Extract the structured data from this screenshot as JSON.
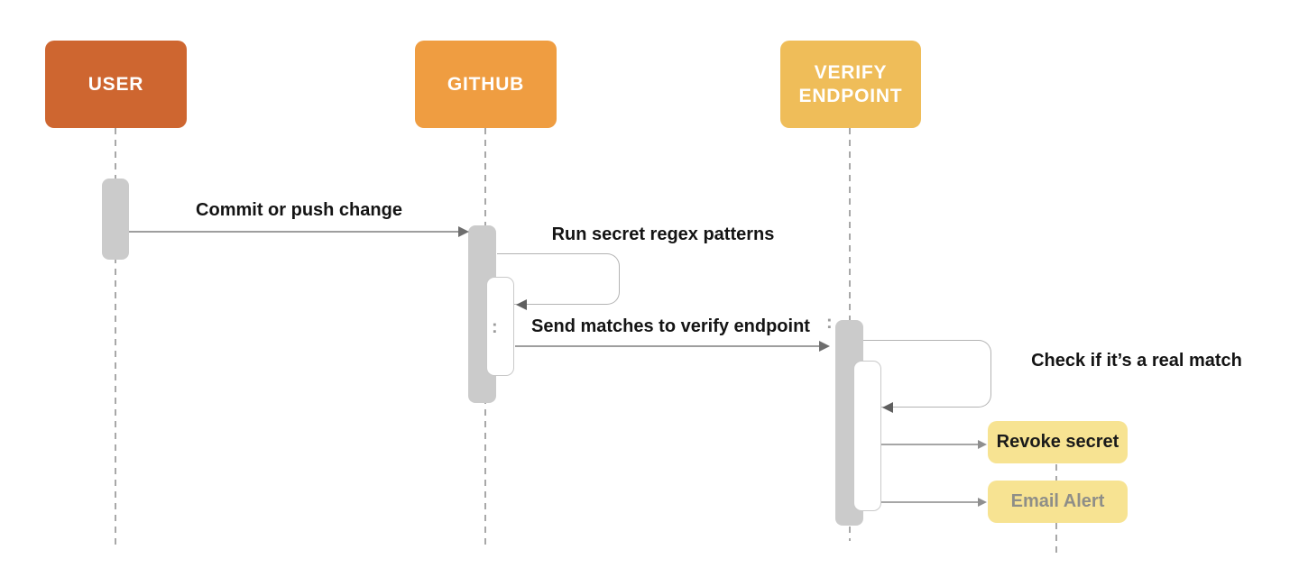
{
  "diagram": {
    "type": "sequence-diagram",
    "actors": [
      {
        "name": "USER",
        "fill": "#CE6630",
        "text_color": "#FFFFFF"
      },
      {
        "name": "GITHUB",
        "fill": "#EF9D41",
        "text_color": "#FFFFFF"
      },
      {
        "name": "VERIFY ENDPOINT",
        "fill": "#EFBD59",
        "text_color": "#FFFFFF"
      }
    ],
    "messages": [
      {
        "kind": "arrow",
        "from": "USER",
        "to": "GITHUB",
        "label": "Commit or push change"
      },
      {
        "kind": "self-loop",
        "actor": "GITHUB",
        "label": "Run secret regex patterns"
      },
      {
        "kind": "arrow",
        "from": "GITHUB",
        "to": "VERIFY ENDPOINT",
        "label": "Send matches to verify endpoint"
      },
      {
        "kind": "self-loop",
        "actor": "VERIFY ENDPOINT",
        "label": "Check if it’s a real match"
      },
      {
        "kind": "arrow-to-action",
        "from": "VERIFY ENDPOINT",
        "to": "Revoke secret"
      },
      {
        "kind": "arrow-to-action",
        "from": "VERIFY ENDPOINT",
        "to": "Email Alert"
      }
    ],
    "action_nodes": [
      {
        "label": "Revoke secret",
        "fill": "#F7E392",
        "text_color": "#1A1A1A"
      },
      {
        "label": "Email Alert",
        "fill": "#F7E392",
        "text_color": "#8E8E88"
      }
    ],
    "artifact_marks": [
      ":",
      ":"
    ],
    "colors": {
      "background": "#FFFFFF",
      "lifeline": "#A8A8A8",
      "activation_bar": "#CBCBCB",
      "nested_bar_border": "#C9C9C9",
      "arrow_line": "#9E9E9E",
      "arrowhead": "#6E6E6E",
      "label_text": "#141414"
    }
  }
}
